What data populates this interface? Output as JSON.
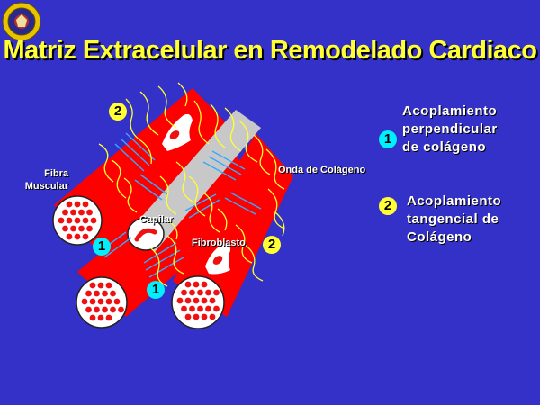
{
  "title": "Matriz Extracelular en Remodelado Cardiaco",
  "labels": {
    "fibra_muscular": "Fibra\nMuscular",
    "capilar": "Capilar",
    "fibroblasto": "Fibroblasto",
    "onda_colageno": "Onda de Colágeno"
  },
  "markers": {
    "one": "1",
    "two": "2"
  },
  "legend": [
    {
      "number": "1",
      "text": "Acoplamiento\nperpendicular\nde colágeno",
      "color": "#00f0ff"
    },
    {
      "number": "2",
      "text": "Acoplamiento\ntangencial de\nColágeno",
      "color": "#ffff33"
    }
  ],
  "colors": {
    "background": "#3431c8",
    "title": "#ffff33",
    "fiber": "#ff0000",
    "capillary": "#c8c8c8",
    "collagen_wave": "#ffff33",
    "crosslink": "#33aaff"
  },
  "icons": {
    "logo": "university-seal-icon"
  }
}
